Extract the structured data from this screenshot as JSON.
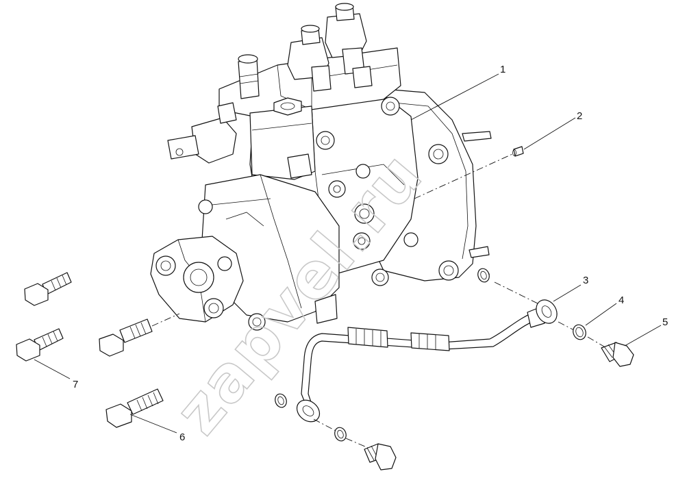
{
  "watermark": "zapvel.ru",
  "callouts": [
    {
      "id": "1",
      "label": "1"
    },
    {
      "id": "2",
      "label": "2"
    },
    {
      "id": "3",
      "label": "3"
    },
    {
      "id": "4",
      "label": "4"
    },
    {
      "id": "5",
      "label": "5"
    },
    {
      "id": "6",
      "label": "6"
    },
    {
      "id": "7",
      "label": "7"
    }
  ],
  "colors": {
    "line": "#111111",
    "watermark": "#c8c8c8",
    "background": "#ffffff"
  }
}
